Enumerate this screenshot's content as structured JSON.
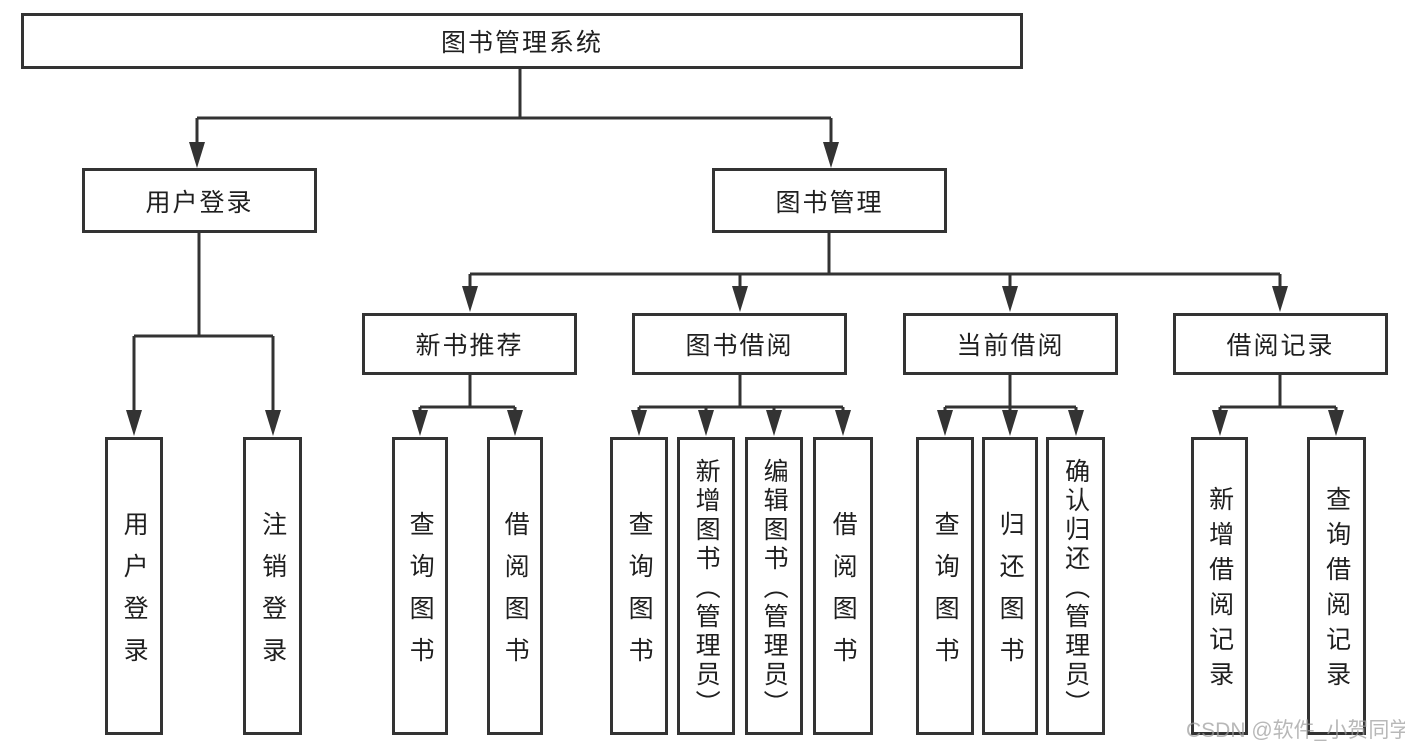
{
  "diagram": {
    "root": {
      "label": "图书管理系统"
    },
    "branches": [
      {
        "label": "用户登录",
        "children": [
          {
            "label": "用户登录"
          },
          {
            "label": "注销登录"
          }
        ]
      },
      {
        "label": "图书管理",
        "children": [
          {
            "label": "新书推荐",
            "children": [
              {
                "label": "查询图书"
              },
              {
                "label": "借阅图书"
              }
            ]
          },
          {
            "label": "图书借阅",
            "children": [
              {
                "label": "查询图书"
              },
              {
                "label": "新增图书（管理员）"
              },
              {
                "label": "编辑图书（管理员）"
              },
              {
                "label": "借阅图书"
              }
            ]
          },
          {
            "label": "当前借阅",
            "children": [
              {
                "label": "查询图书"
              },
              {
                "label": "归还图书"
              },
              {
                "label": "确认归还（管理员）"
              }
            ]
          },
          {
            "label": "借阅记录",
            "children": [
              {
                "label": "新增借阅记录"
              },
              {
                "label": "查询借阅记录"
              }
            ]
          }
        ]
      }
    ],
    "colors": {
      "line": "#333333",
      "text": "#1f1f1f",
      "background": "#ffffff",
      "watermark": "#9e9e9e"
    },
    "watermark": "CSDN @软件_小贺同学"
  }
}
